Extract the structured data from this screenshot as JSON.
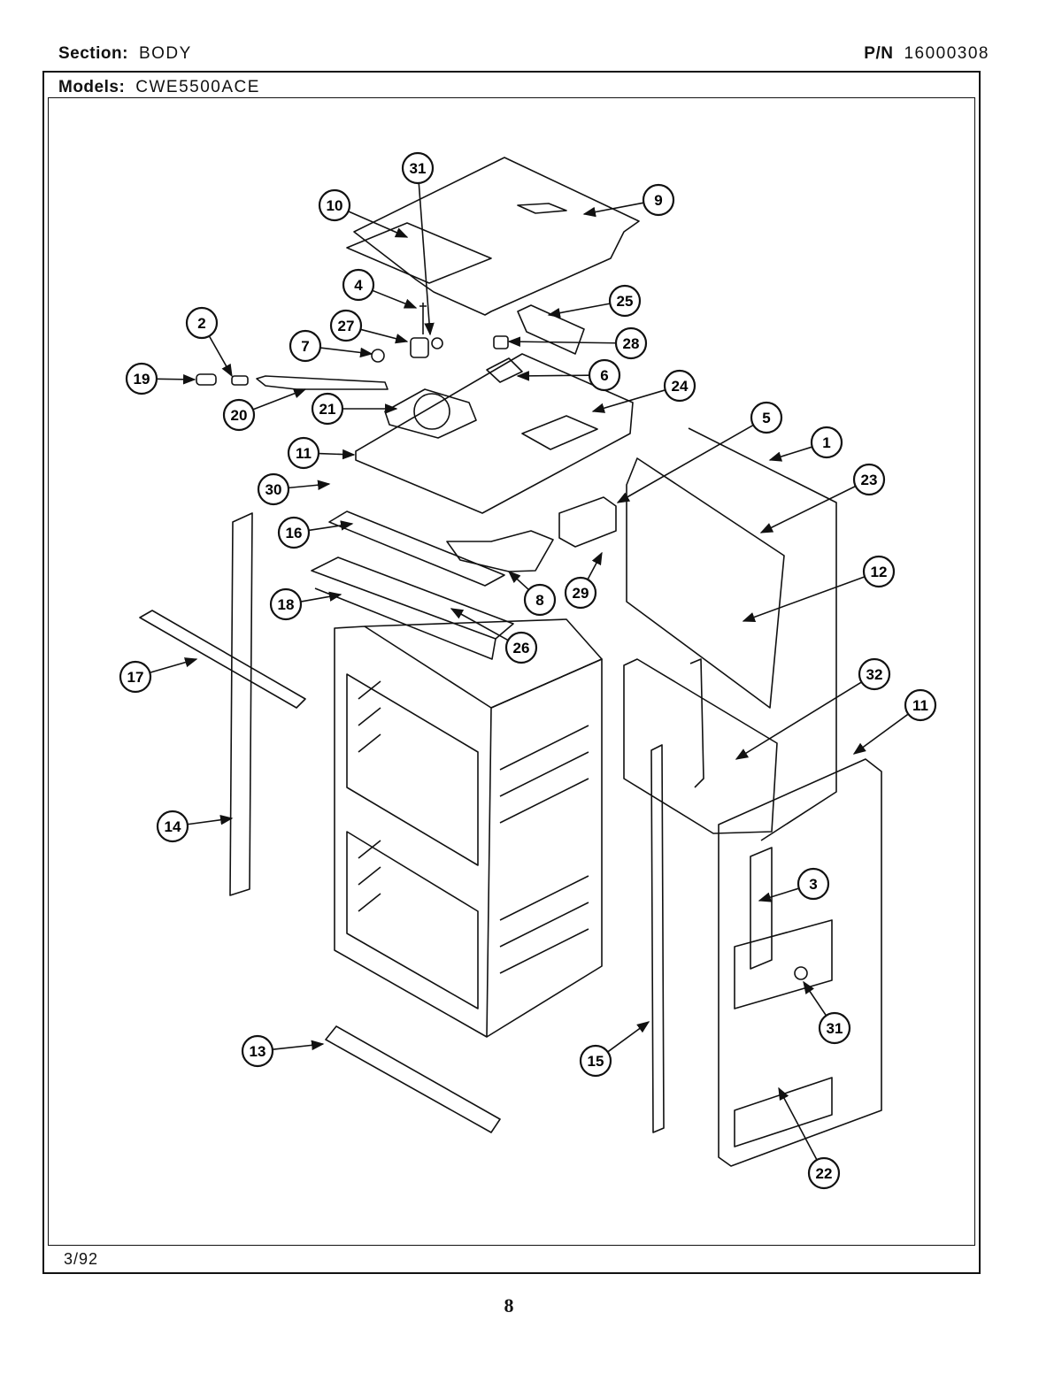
{
  "header": {
    "section_label": "Section:",
    "section_value": "BODY",
    "pn_label": "P/N",
    "pn_value": "16000308",
    "models_label": "Models:",
    "models_value": "CWE5500ACE"
  },
  "footer": {
    "date": "3/92",
    "page_number": "8"
  },
  "callouts": [
    {
      "id": "c31a",
      "label": "31"
    },
    {
      "id": "c10",
      "label": "10"
    },
    {
      "id": "c9",
      "label": "9"
    },
    {
      "id": "c4",
      "label": "4"
    },
    {
      "id": "c25",
      "label": "25"
    },
    {
      "id": "c2",
      "label": "2"
    },
    {
      "id": "c27",
      "label": "27"
    },
    {
      "id": "c28",
      "label": "28"
    },
    {
      "id": "c7",
      "label": "7"
    },
    {
      "id": "c6",
      "label": "6"
    },
    {
      "id": "c19",
      "label": "19"
    },
    {
      "id": "c24",
      "label": "24"
    },
    {
      "id": "c20",
      "label": "20"
    },
    {
      "id": "c21",
      "label": "21"
    },
    {
      "id": "c5",
      "label": "5"
    },
    {
      "id": "c1",
      "label": "1"
    },
    {
      "id": "c11a",
      "label": "11"
    },
    {
      "id": "c23",
      "label": "23"
    },
    {
      "id": "c30",
      "label": "30"
    },
    {
      "id": "c16",
      "label": "16"
    },
    {
      "id": "c12",
      "label": "12"
    },
    {
      "id": "c8",
      "label": "8"
    },
    {
      "id": "c29",
      "label": "29"
    },
    {
      "id": "c18",
      "label": "18"
    },
    {
      "id": "c26",
      "label": "26"
    },
    {
      "id": "c17",
      "label": "17"
    },
    {
      "id": "c32",
      "label": "32"
    },
    {
      "id": "c11b",
      "label": "11"
    },
    {
      "id": "c14",
      "label": "14"
    },
    {
      "id": "c3",
      "label": "3"
    },
    {
      "id": "c31b",
      "label": "31"
    },
    {
      "id": "c13",
      "label": "13"
    },
    {
      "id": "c15",
      "label": "15"
    },
    {
      "id": "c22",
      "label": "22"
    }
  ]
}
